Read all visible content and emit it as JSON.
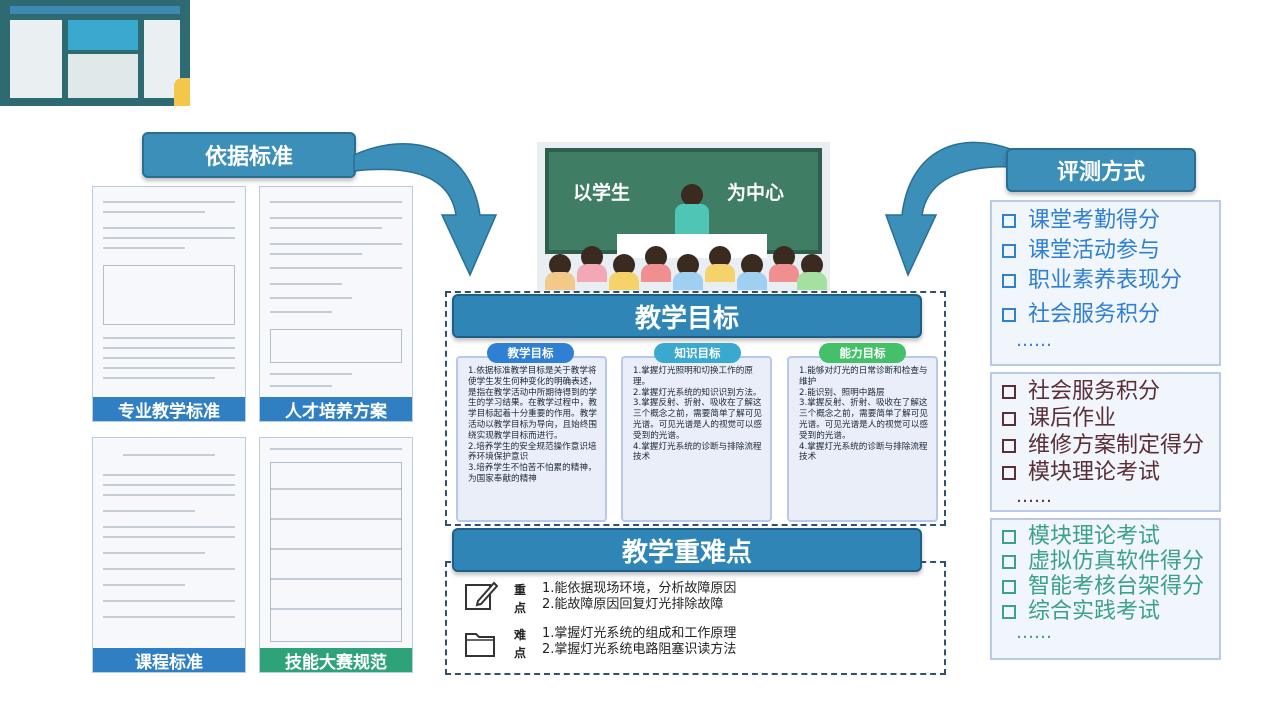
{
  "header_left": "依据标准",
  "header_right": "评测方式",
  "standards": [
    {
      "label": "专业教学标准"
    },
    {
      "label": "人才培养方案"
    },
    {
      "label": "课程标准"
    },
    {
      "label": "技能大赛规范"
    }
  ],
  "board": {
    "text_left": "以学生",
    "text_right": "为中心"
  },
  "goals": {
    "title": "教学目标",
    "cards": [
      {
        "tag": "教学目标",
        "tag_color": "#2f7fd2",
        "lines": [
          "1.依据标准教学目标是关于教学将使学生发生何种变化的明确表述，是指在教学活动中所期待得到的学生的学习结果。在教学过程中，教学目标起着十分重要的作用。教学活动以教学目标为导向，且始终围绕实现教学目标而进行。",
          "2.培养学生的安全规范操作意识培养环境保护意识",
          "3.培养学生不怕苦不怕累的精神，为国家奉献的精神"
        ]
      },
      {
        "tag": "知识目标",
        "tag_color": "#3aa9cf",
        "lines": [
          "1.掌握灯光照明和切换工作的原理。",
          "2.掌握灯光系统的知识识别方法。",
          "3.掌握反射、折射、吸收在了解这三个概念之前，需要简单了解可见光谱。可见光谱是人的视觉可以感受到的光谱。",
          "4.掌握灯光系统的诊断与排除流程技术"
        ]
      },
      {
        "tag": "能力目标",
        "tag_color": "#44c06a",
        "lines": [
          "1.能够对灯光的日常诊断和检查与维护",
          "2.能识别、照明中路层",
          "3.掌握反射、折射、吸收在了解这三个概念之前，需要简单了解可见光谱。可见光谱是人的视觉可以感受到的光谱。",
          "4.掌握灯光系统的诊断与排除流程技术"
        ]
      }
    ]
  },
  "key_points": {
    "title": "教学重难点",
    "emphasis": {
      "label_1": "重",
      "label_2": "点",
      "lines": [
        "1.能依据现场环境，分析故障原因",
        "2.能故障原因回复灯光排除故障"
      ]
    },
    "difficulty": {
      "label_1": "难",
      "label_2": "点",
      "lines": [
        "1.掌握灯光系统的组成和工作原理",
        "2.掌握灯光系统电路阻塞识读方法"
      ]
    }
  },
  "evaluation": [
    {
      "color": "#2f7fd2",
      "items": [
        "课堂考勤得分",
        "课堂活动参与",
        "职业素养表现分",
        "社会服务积分"
      ],
      "more": "……"
    },
    {
      "color": "#5a2f35",
      "items": [
        "社会服务积分",
        "课后作业",
        "维修方案制定得分",
        "模块理论考试"
      ],
      "more": "……"
    },
    {
      "color": "#3ca189",
      "items": [
        "模块理论考试",
        "虚拟仿真软件得分",
        "智能考核台架得分",
        "综合实践考试"
      ],
      "more": "……"
    }
  ]
}
